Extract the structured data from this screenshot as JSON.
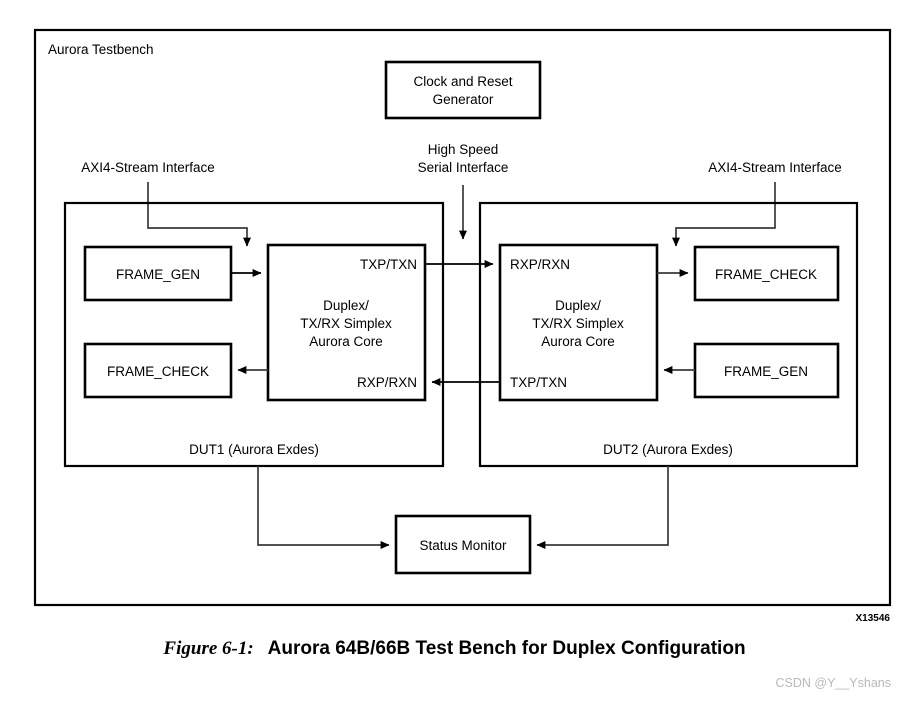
{
  "figure": {
    "number": "Figure 6-1:",
    "title": "Aurora 64B/66B Test Bench for Duplex Configuration",
    "id_label": "X13546",
    "watermark": "CSDN @Y__Yshans"
  },
  "testbench": {
    "label": "Aurora Testbench"
  },
  "clock_reset": {
    "line1": "Clock and Reset",
    "line2": "Generator"
  },
  "interfaces": {
    "serial_line1": "High Speed",
    "serial_line2": "Serial Interface",
    "axi_left": "AXI4-Stream Interface",
    "axi_right": "AXI4-Stream Interface"
  },
  "dut1": {
    "label": "DUT1 (Aurora Exdes)",
    "frame_gen": "FRAME_GEN",
    "frame_check": "FRAME_CHECK",
    "core": {
      "line1": "Duplex/",
      "line2": "TX/RX Simplex",
      "line3": "Aurora Core",
      "port_top": "TXP/TXN",
      "port_bottom": "RXP/RXN"
    }
  },
  "dut2": {
    "label": "DUT2 (Aurora Exdes)",
    "frame_gen": "FRAME_GEN",
    "frame_check": "FRAME_CHECK",
    "core": {
      "line1": "Duplex/",
      "line2": "TX/RX Simplex",
      "line3": "Aurora Core",
      "port_top": "RXP/RXN",
      "port_bottom": "TXP/TXN"
    }
  },
  "status_monitor": {
    "label": "Status Monitor"
  },
  "colors": {
    "background": "#ffffff",
    "stroke": "#000000",
    "wire": "#3a3a3a",
    "watermark": "#b9b9b9"
  }
}
